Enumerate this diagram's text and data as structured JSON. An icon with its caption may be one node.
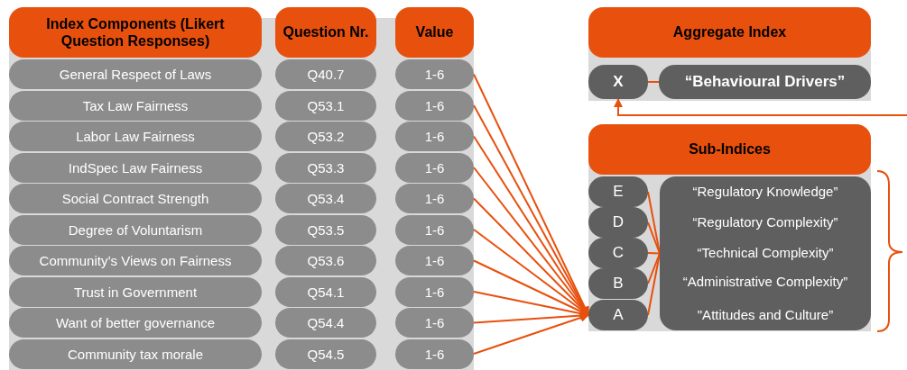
{
  "diagram": {
    "nodes": [
      {
        "text": [
          "Index Components (Likert Question Responses)"
        ]
      },
      {
        "text": [
          "Question Nr."
        ]
      },
      {
        "text": [
          "Value"
        ]
      },
      {
        "text": [
          "General Respect of Laws"
        ]
      },
      {
        "text": [
          "Q40.7"
        ]
      },
      {
        "text": [
          "1-6"
        ]
      },
      {
        "text": [
          "Tax Law Fairness"
        ]
      },
      {
        "text": [
          "Q53.1"
        ]
      },
      {
        "text": [
          "1-6"
        ]
      },
      {
        "text": [
          "Labor Law Fairness"
        ]
      },
      {
        "text": [
          "Q53.2"
        ]
      },
      {
        "text": [
          "1-6"
        ]
      },
      {
        "text": [
          "IndSpec Law Fairness"
        ]
      },
      {
        "text": [
          "Q53.3"
        ]
      },
      {
        "text": [
          "1-6"
        ]
      },
      {
        "text": [
          "Social Contract Strength"
        ]
      },
      {
        "text": [
          "Q53.4"
        ]
      },
      {
        "text": [
          "1-6"
        ]
      },
      {
        "text": [
          "Degree of Voluntarism"
        ]
      },
      {
        "text": [
          "Q53.5"
        ]
      },
      {
        "text": [
          "1-6"
        ]
      },
      {
        "text": [
          "Community’s Views on Fairness"
        ]
      },
      {
        "text": [
          "Q53.6"
        ]
      },
      {
        "text": [
          "1-6"
        ]
      },
      {
        "text": [
          "Trust in Government"
        ]
      },
      {
        "text": [
          "Q54.1"
        ]
      },
      {
        "text": [
          "1-6"
        ]
      },
      {
        "text": [
          "Want of better governance"
        ]
      },
      {
        "text": [
          "Q54.4"
        ]
      },
      {
        "text": [
          "1-6"
        ]
      },
      {
        "text": [
          "Community tax morale"
        ]
      },
      {
        "text": [
          "Q54.5"
        ]
      },
      {
        "text": [
          "1-6"
        ]
      },
      {
        "text": [
          "Aggregate Index"
        ]
      },
      {
        "text": [
          "X"
        ]
      },
      {
        "text": [
          "“Behavioural Drivers”"
        ]
      },
      {
        "text": [
          "Sub-Indices"
        ]
      },
      {
        "text": [
          "E"
        ]
      },
      {
        "text": [
          "D"
        ]
      },
      {
        "text": [
          "C"
        ]
      },
      {
        "text": [
          "B"
        ]
      },
      {
        "text": [
          "A"
        ]
      },
      {
        "text": [
          "“Regulatory Knowledge”",
          "“Regulatory Complexity”",
          "“Technical Complexity”",
          "“Administrative Complexity”",
          "\"Attitudes and Culture”"
        ]
      }
    ],
    "edges": [
      {
        "from": 5,
        "to": 41,
        "arrow": "to"
      },
      {
        "from": 8,
        "to": 41,
        "arrow": "to"
      },
      {
        "from": 11,
        "to": 41,
        "arrow": "to"
      },
      {
        "from": 14,
        "to": 41,
        "arrow": "to"
      },
      {
        "from": 17,
        "to": 41,
        "arrow": "to"
      },
      {
        "from": 20,
        "to": 41,
        "arrow": "to"
      },
      {
        "from": 23,
        "to": 41,
        "arrow": "to"
      },
      {
        "from": 26,
        "to": 41,
        "arrow": "to"
      },
      {
        "from": 29,
        "to": 41,
        "arrow": "to"
      },
      {
        "from": 32,
        "to": 41,
        "arrow": "to"
      },
      {
        "from": 34,
        "to": 35,
        "arrow": "none"
      },
      {
        "from": 37,
        "to": 42,
        "arrow": "none"
      },
      {
        "from": 38,
        "to": 42,
        "arrow": "none"
      },
      {
        "from": 39,
        "to": 42,
        "arrow": "none"
      },
      {
        "from": 40,
        "to": 42,
        "arrow": "none"
      },
      {
        "from": 41,
        "to": 42,
        "arrow": "none"
      },
      {
        "from": null,
        "to": 34,
        "arrow": "to"
      }
    ]
  }
}
